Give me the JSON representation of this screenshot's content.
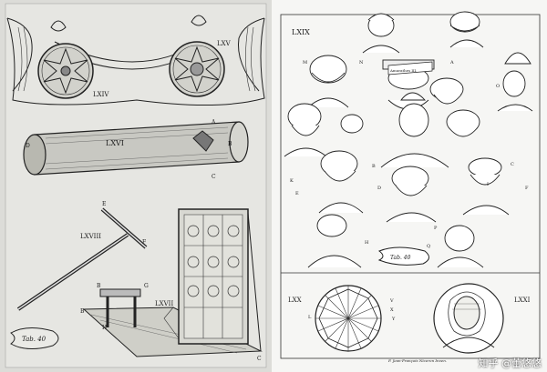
{
  "left_plate": {
    "figures": {
      "fig_64": "LXIV",
      "fig_65": "LXV",
      "fig_66": "LXVI",
      "fig_67": "LXVII",
      "fig_68": "LXVIII"
    },
    "tube_letters": {
      "d": "D",
      "a": "A",
      "c": "C",
      "b": "B"
    },
    "rod_letters": {
      "e": "E",
      "f": "F"
    },
    "frame_letters": {
      "b": "B",
      "g": "G",
      "h": "H",
      "c": "C",
      "b2": "B"
    },
    "tab_label": "Tab. 40"
  },
  "right_plate": {
    "figures": {
      "fig_69": "LXIX",
      "fig_70": "LXX",
      "fig_71": "LXXI"
    },
    "banner_text": "Amurathes III.",
    "tab_label": "Tab. 40",
    "letters": [
      "M",
      "N",
      "O",
      "K",
      "A",
      "B",
      "I",
      "C",
      "D",
      "E",
      "F",
      "P",
      "Q",
      "H",
      "L",
      "V",
      "X",
      "Y"
    ],
    "footer_text": "F. Jean-François Niceron Inven."
  },
  "watermark": "知乎 @蕾悠悠"
}
